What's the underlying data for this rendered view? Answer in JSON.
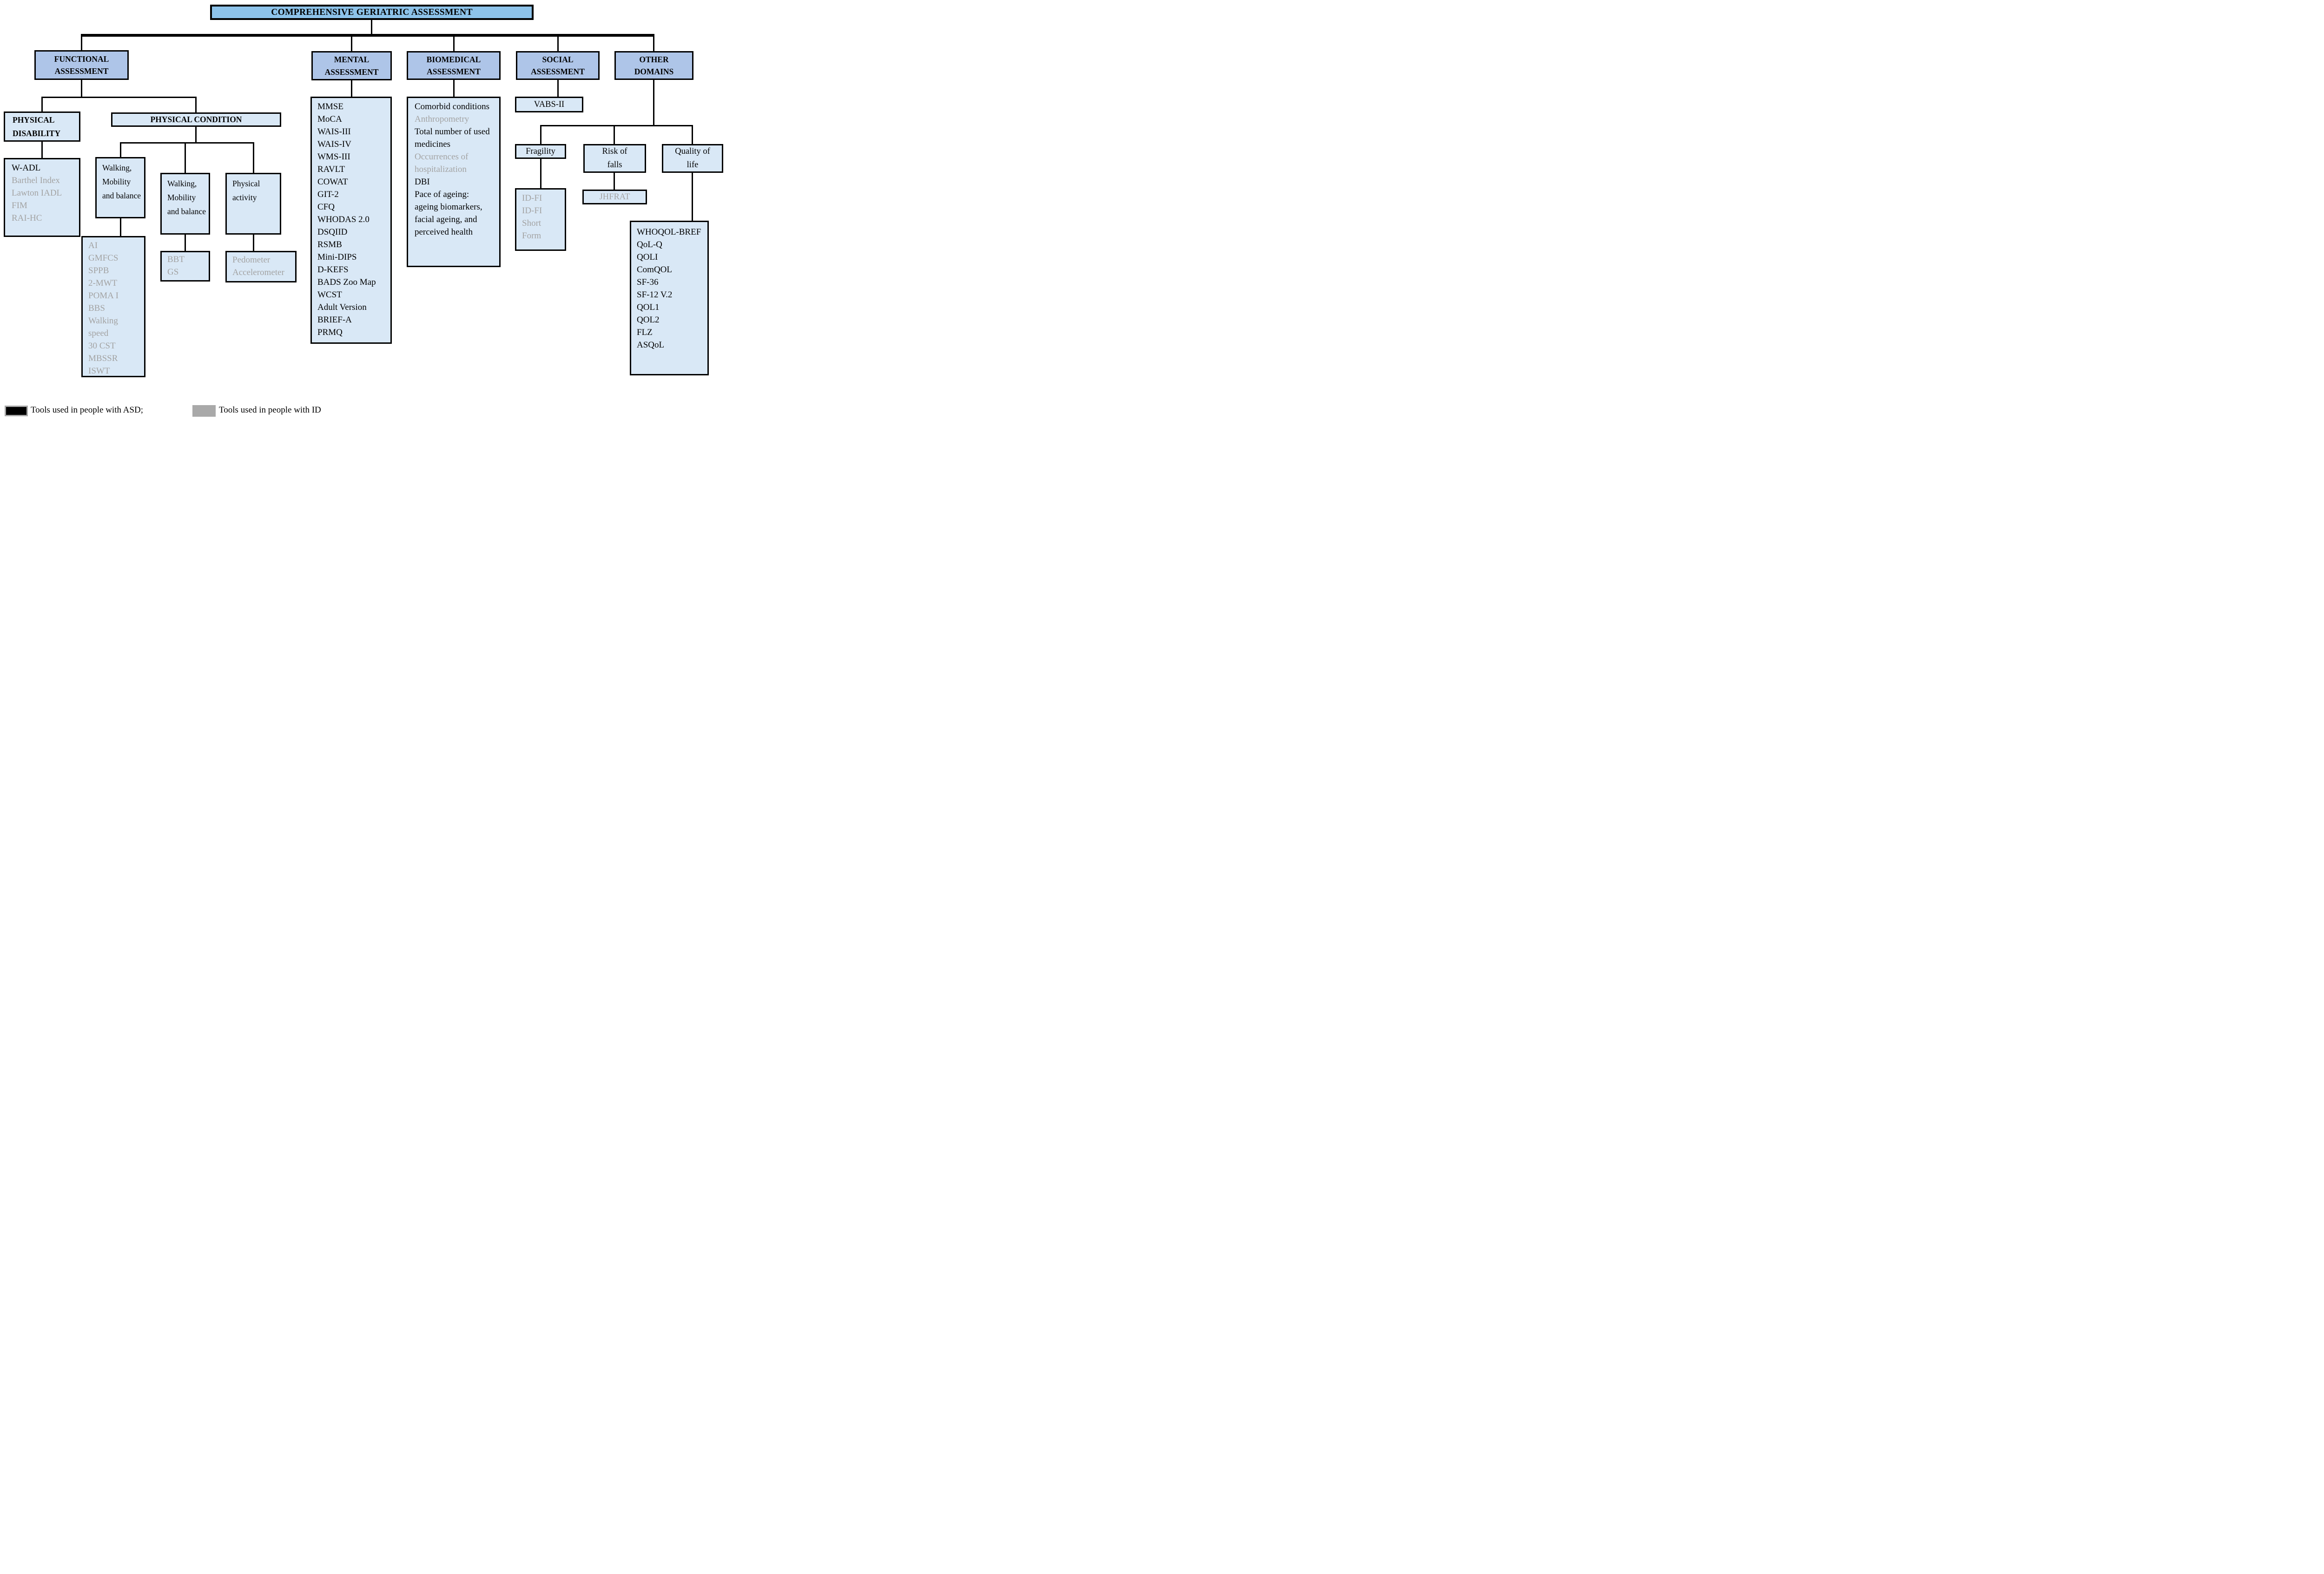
{
  "title": "COMPREHENSIVE GERIATRIC ASSESSMENT",
  "colors": {
    "title-fill": "#8dc3ea",
    "node-fill": "#aec5e8",
    "panel-fill": "#d9e8f6",
    "line": "#000000",
    "border": "#000000",
    "muted-text": "#a3a3a3",
    "legend-gray": "#a9a9a9"
  },
  "nodes": {
    "functional": "FUNCTIONAL ASSESSMENT",
    "mental": "MENTAL ASSESSMENT",
    "biomedical": "BIOMEDICAL ASSESSMENT",
    "social": "SOCIAL ASSESSMENT",
    "other": "OTHER DOMAINS",
    "physical_disability": "PHYSICAL DISABILITY",
    "physical_condition": "PHYSICAL CONDITION",
    "walking_mobility_balance_1": "Walking, Mobility and balance",
    "walking_mobility_balance_2": "Walking, Mobility and balance",
    "physical_activity": "Physical activity",
    "vabs": "VABS-II",
    "fragility": "Fragility",
    "risk_of_falls": "Risk of falls",
    "quality_of_life": "Quality of life",
    "jhfrat": "JHFRAT"
  },
  "lists": {
    "physical_disability_tools": [
      {
        "text": "W-ADL",
        "muted": false
      },
      {
        "text": "Barthel Index",
        "muted": true
      },
      {
        "text": "Lawton IADL",
        "muted": true
      },
      {
        "text": "FIM",
        "muted": true
      },
      {
        "text": "RAI-HC",
        "muted": true
      }
    ],
    "walking_balance_tools_1": [
      {
        "text": "AI",
        "muted": true
      },
      {
        "text": "GMFCS",
        "muted": true
      },
      {
        "text": "SPPB",
        "muted": true
      },
      {
        "text": "2-MWT",
        "muted": true
      },
      {
        "text": "POMA I",
        "muted": true
      },
      {
        "text": "BBS",
        "muted": true
      },
      {
        "text": "Walking speed",
        "muted": true
      },
      {
        "text": "30 CST",
        "muted": true
      },
      {
        "text": "MBSSR",
        "muted": true
      },
      {
        "text": "ISWT",
        "muted": true
      }
    ],
    "walking_balance_tools_2": [
      {
        "text": "BBT",
        "muted": true
      },
      {
        "text": "GS",
        "muted": true
      }
    ],
    "physical_activity_tools": [
      {
        "text": "Pedometer",
        "muted": true
      },
      {
        "text": "Accelerometer",
        "muted": true
      }
    ],
    "mental_tools": [
      {
        "text": "MMSE",
        "muted": false
      },
      {
        "text": "MoCA",
        "muted": false
      },
      {
        "text": "WAIS-III",
        "muted": false
      },
      {
        "text": "WAIS-IV",
        "muted": false
      },
      {
        "text": "WMS-III",
        "muted": false
      },
      {
        "text": "RAVLT",
        "muted": false
      },
      {
        "text": "COWAT",
        "muted": false
      },
      {
        "text": "GIT-2",
        "muted": false
      },
      {
        "text": "CFQ",
        "muted": false
      },
      {
        "text": "WHODAS 2.0",
        "muted": false
      },
      {
        "text": "DSQIID",
        "muted": false
      },
      {
        "text": "RSMB",
        "muted": false
      },
      {
        "text": "Mini-DIPS",
        "muted": false
      },
      {
        "text": "D-KEFS",
        "muted": false
      },
      {
        "text": "BADS Zoo Map",
        "muted": false
      },
      {
        "text": "WCST",
        "muted": false
      },
      {
        "text": "Adult Version",
        "muted": false
      },
      {
        "text": "BRIEF-A",
        "muted": false
      },
      {
        "text": "PRMQ",
        "muted": false
      }
    ],
    "biomedical_tools": [
      {
        "text": "Comorbid conditions",
        "muted": false
      },
      {
        "text": "Anthropometry",
        "muted": true
      },
      {
        "text": "Total number of used medicines",
        "muted": false
      },
      {
        "text": "Occurrences of hospitalization",
        "muted": true
      },
      {
        "text": "DBI",
        "muted": false
      },
      {
        "text": "Pace of ageing: ageing biomarkers, facial ageing, and perceived health",
        "muted": false
      }
    ],
    "fragility_tools": [
      {
        "text": "ID-FI",
        "muted": true
      },
      {
        "text": "ID-FI Short Form",
        "muted": true
      }
    ],
    "quality_of_life_tools": [
      {
        "text": "WHOQOL-BREF",
        "muted": false
      },
      {
        "text": "QoL-Q",
        "muted": false
      },
      {
        "text": "QOLI",
        "muted": false
      },
      {
        "text": "ComQOL",
        "muted": false
      },
      {
        "text": "SF-36",
        "muted": false
      },
      {
        "text": "SF-12 V.2",
        "muted": false
      },
      {
        "text": "QOL1",
        "muted": false
      },
      {
        "text": "QOL2",
        "muted": false
      },
      {
        "text": "FLZ",
        "muted": false
      },
      {
        "text": "ASQoL",
        "muted": false
      }
    ]
  },
  "legend": {
    "asd": {
      "label": "Tools used in people with ASD;",
      "color": "#000000"
    },
    "id": {
      "label": "Tools used in people with ID",
      "color": "#a9a9a9"
    }
  }
}
